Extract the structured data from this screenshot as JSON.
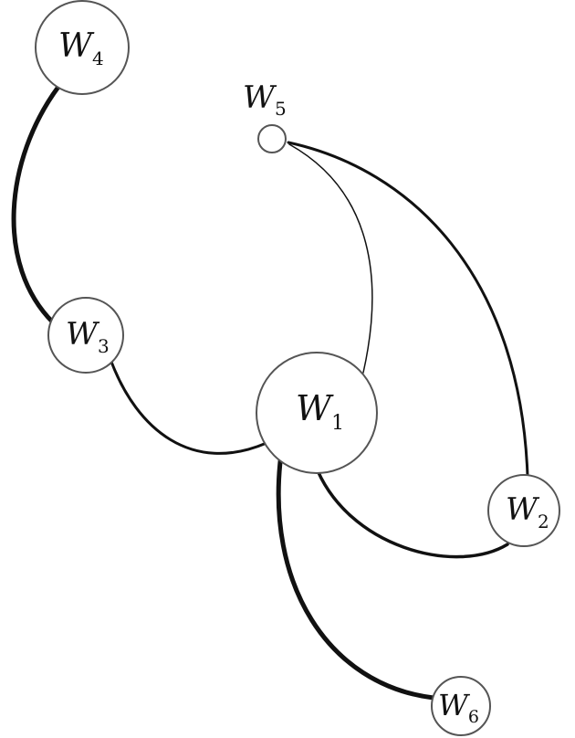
{
  "nodes": [
    {
      "id": "W4",
      "letter": "W",
      "sub": "4"
    },
    {
      "id": "W5",
      "letter": "W",
      "sub": "5"
    },
    {
      "id": "W3",
      "letter": "W",
      "sub": "3"
    },
    {
      "id": "W1",
      "letter": "W",
      "sub": "1"
    },
    {
      "id": "W2",
      "letter": "W",
      "sub": "2"
    },
    {
      "id": "W6",
      "letter": "W",
      "sub": "6"
    }
  ],
  "edges": [
    {
      "from": "W4",
      "to": "W3",
      "weight": "thick"
    },
    {
      "from": "W3",
      "to": "W1",
      "weight": "medium"
    },
    {
      "from": "W5",
      "to": "W1",
      "weight": "thin"
    },
    {
      "from": "W5",
      "to": "W2",
      "weight": "medium"
    },
    {
      "from": "W1",
      "to": "W2",
      "weight": "medium"
    },
    {
      "from": "W1",
      "to": "W6",
      "weight": "thick"
    }
  ]
}
